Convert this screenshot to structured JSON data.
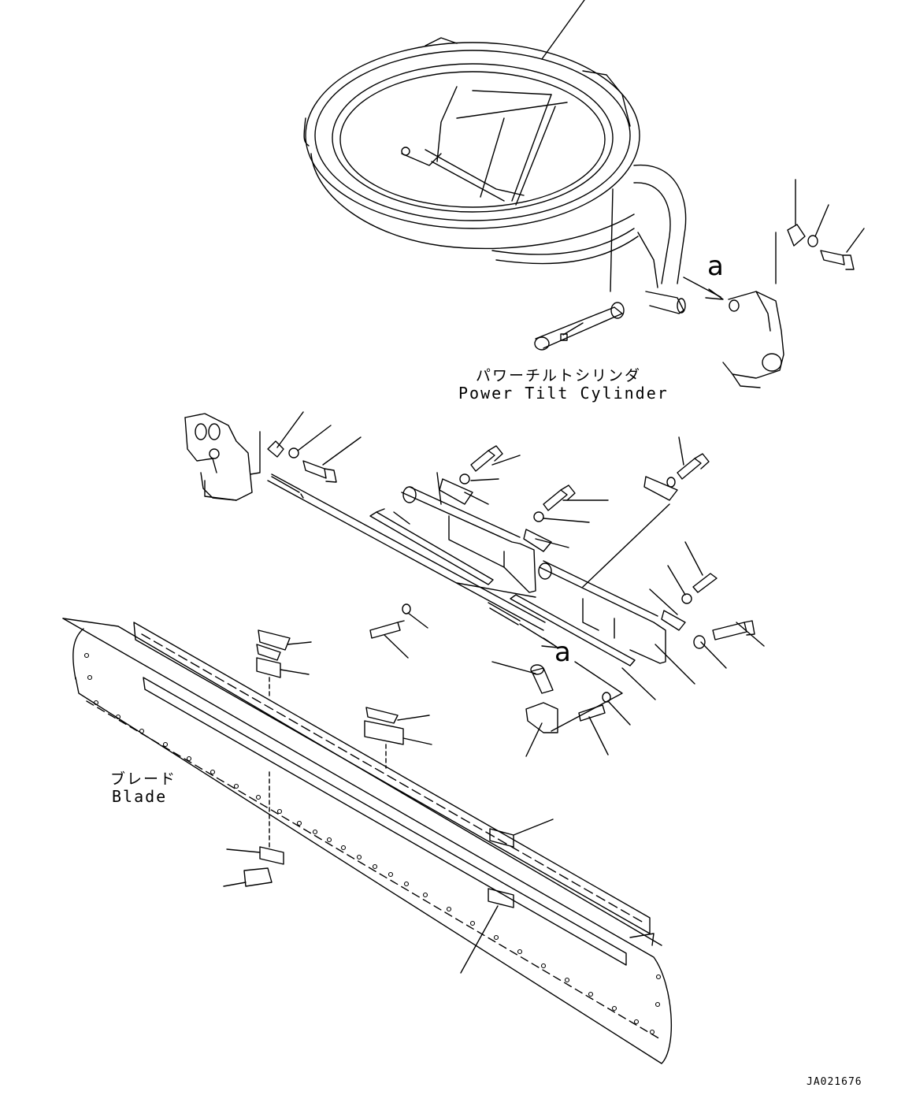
{
  "labels": {
    "cylinder_jp": "パワーチルトシリンダ",
    "cylinder_en": "Power Tilt Cylinder",
    "blade_jp": "ブレード",
    "blade_en": "Blade"
  },
  "callouts": {
    "view_a_top": "a",
    "view_a_middle": "a"
  },
  "drawing_code": "JA021676"
}
